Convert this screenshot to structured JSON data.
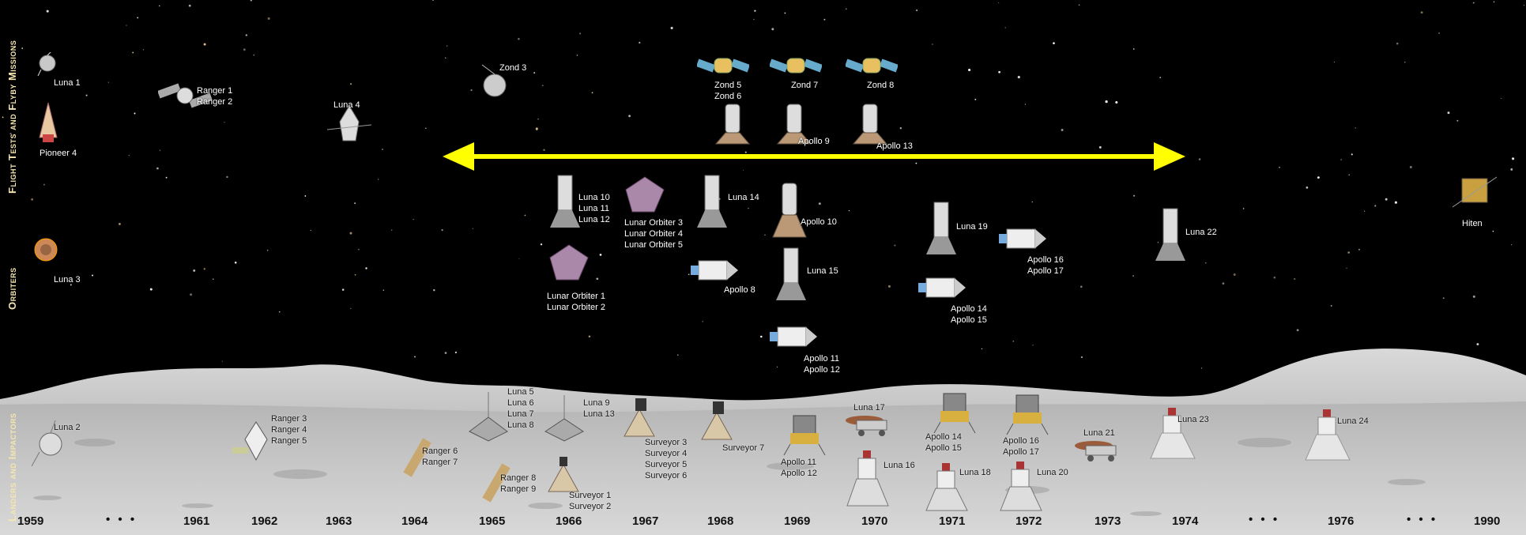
{
  "categories": {
    "flyby": "Flight Tests and Flyby Missions",
    "orbiters": "Orbiters",
    "landers": "Landers and Impactors"
  },
  "labels": {
    "luna1": "Luna 1",
    "pioneer4": "Pioneer 4",
    "ranger12": [
      "Ranger 1",
      "Ranger 2"
    ],
    "luna4": "Luna 4",
    "zond3": "Zond 3",
    "zond56": [
      "Zond 5",
      "Zond 6"
    ],
    "zond7": "Zond 7",
    "zond8": "Zond 8",
    "apollo9": "Apollo 9",
    "apollo13": "Apollo 13",
    "luna3": "Luna 3",
    "luna101112": [
      "Luna 10",
      "Luna 11",
      "Luna 12"
    ],
    "lo345": [
      "Lunar Orbiter 3",
      "Lunar Orbiter 4",
      "Lunar Orbiter 5"
    ],
    "lo12": [
      "Lunar Orbiter 1",
      "Lunar Orbiter 2"
    ],
    "luna14": "Luna 14",
    "apollo10": "Apollo 10",
    "apollo8": "Apollo 8",
    "luna15": "Luna 15",
    "apollo1112o": [
      "Apollo 11",
      "Apollo 12"
    ],
    "luna19": "Luna 19",
    "apollo1617o": [
      "Apollo 16",
      "Apollo 17"
    ],
    "apollo1415o": [
      "Apollo 14",
      "Apollo 15"
    ],
    "luna22": "Luna 22",
    "hiten": "Hiten",
    "luna2": "Luna 2",
    "ranger345": [
      "Ranger 3",
      "Ranger 4",
      "Ranger 5"
    ],
    "ranger67": [
      "Ranger 6",
      "Ranger 7"
    ],
    "ranger89": [
      "Ranger 8",
      "Ranger 9"
    ],
    "luna5678": [
      "Luna 5",
      "Luna 6",
      "Luna 7",
      "Luna 8"
    ],
    "luna913": [
      "Luna 9",
      "Luna 13"
    ],
    "surveyor12": [
      "Surveyor 1",
      "Surveyor 2"
    ],
    "surveyor3456": [
      "Surveyor 3",
      "Surveyor 4",
      "Surveyor 5",
      "Surveyor 6"
    ],
    "surveyor7": "Surveyor 7",
    "apollo1112l": [
      "Apollo 11",
      "Apollo 12"
    ],
    "luna17": "Luna 17",
    "luna16": "Luna 16",
    "apollo1415l": [
      "Apollo 14",
      "Apollo 15"
    ],
    "luna18": "Luna 18",
    "apollo1617l": [
      "Apollo 16",
      "Apollo 17"
    ],
    "luna20": "Luna 20",
    "luna21": "Luna 21",
    "luna23": "Luna 23",
    "luna24": "Luna 24"
  },
  "years": [
    "1959",
    "1961",
    "1962",
    "1963",
    "1964",
    "1965",
    "1966",
    "1967",
    "1968",
    "1969",
    "1970",
    "1971",
    "1972",
    "1973",
    "1974",
    "1976",
    "1990"
  ],
  "gap_marker": "• • •",
  "colors": {
    "space": "#000000",
    "moon_surface": "#bdbdbd",
    "arrow": "#ffff00",
    "category_text": "#f4e7b0"
  }
}
